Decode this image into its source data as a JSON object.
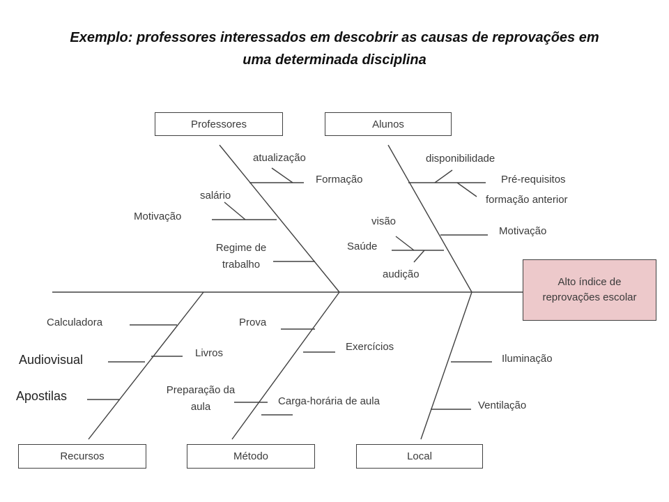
{
  "title": {
    "line1": "Exemplo: professores  interessados em descobrir as causas de reprovações em",
    "line2": "uma determinada disciplina"
  },
  "effect": "Alto índice de reprovações escolar",
  "categories": {
    "professores": "Professores",
    "alunos": "Alunos",
    "recursos": "Recursos",
    "metodo": "Método",
    "local": "Local"
  },
  "causes": {
    "atualizacao": "atualização",
    "formacao": "Formação",
    "salario": "salário",
    "motivacao_prof": "Motivação",
    "regime": "Regime de trabalho",
    "disponibilidade": "disponibilidade",
    "pre_requisitos": "Pré-requisitos",
    "formacao_anterior": "formação anterior",
    "motivacao_alunos": "Motivação",
    "visao": "visão",
    "saude": "Saúde",
    "audicao": "audição",
    "calculadora": "Calculadora",
    "audiovisual": "Audiovisual",
    "livros": "Livros",
    "apostilas": "Apostilas",
    "prova": "Prova",
    "exercicios": "Exercícios",
    "preparacao": "Preparação da aula",
    "carga_horaria": "Carga-horária de aula",
    "iluminacao": "Iluminação",
    "ventilacao": "Ventilação"
  },
  "colors": {
    "line": "#404040",
    "effect_fill": "#edc9cb",
    "text": "#3a3a3a"
  }
}
